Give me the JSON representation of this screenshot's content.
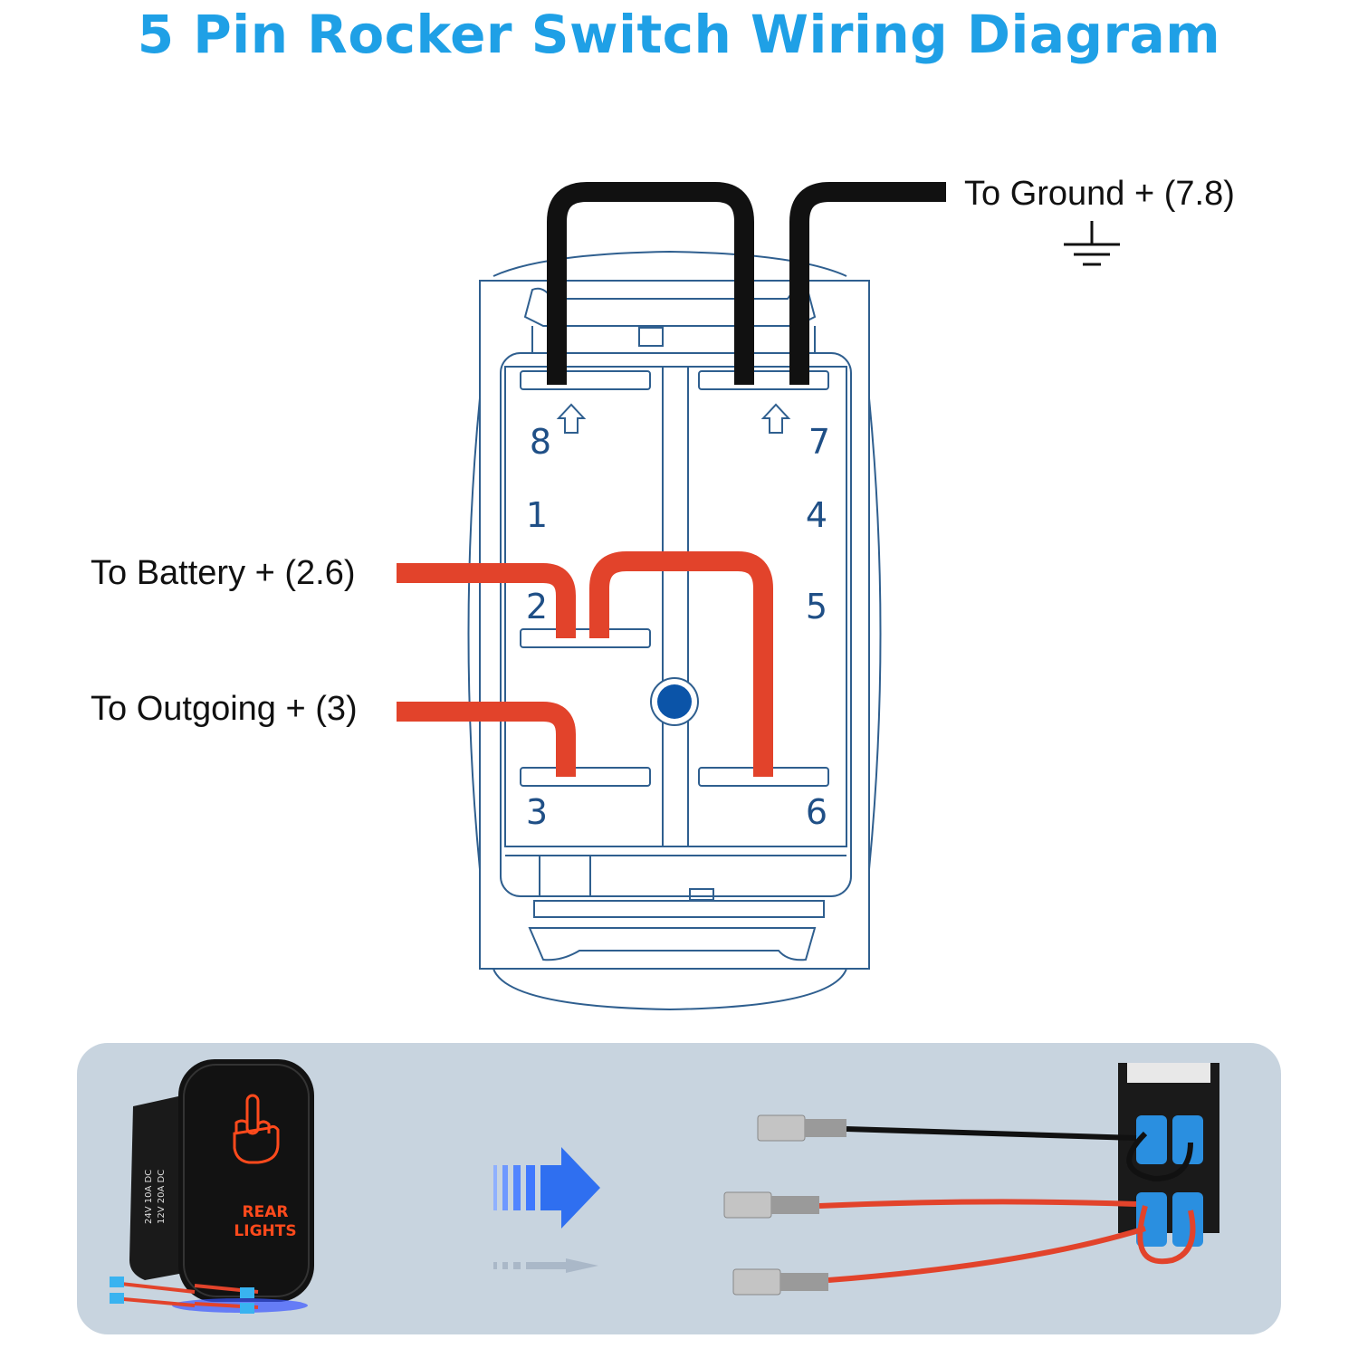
{
  "title": "5 Pin Rocker Switch Wiring Diagram",
  "labels": {
    "ground": "To Ground + (7.8)",
    "battery": "To Battery + (2.6)",
    "outgoing": "To Outgoing + (3)"
  },
  "pins": {
    "p8": "8",
    "p7": "7",
    "p1": "1",
    "p4": "4",
    "p2": "2",
    "p5": "5",
    "p3": "3",
    "p6": "6"
  },
  "switch_face": {
    "line1": "REAR",
    "line2": "LIGHTS",
    "rating_a": "24V 10A DC",
    "rating_b": "12V 20A DC"
  },
  "colors": {
    "title": "#1fa0e6",
    "outline": "#2f5f8f",
    "pin_text": "#1f4f86",
    "red_wire": "#e2432b",
    "black_wire": "#111111",
    "panel": "#c8d4df",
    "indicator": "#0b54a8",
    "arrow": "#2f6ff0"
  },
  "icons": {
    "ground": "ground-symbol-icon",
    "arrow": "right-arrow-icon",
    "pin_arrow": "up-arrow-icon"
  }
}
